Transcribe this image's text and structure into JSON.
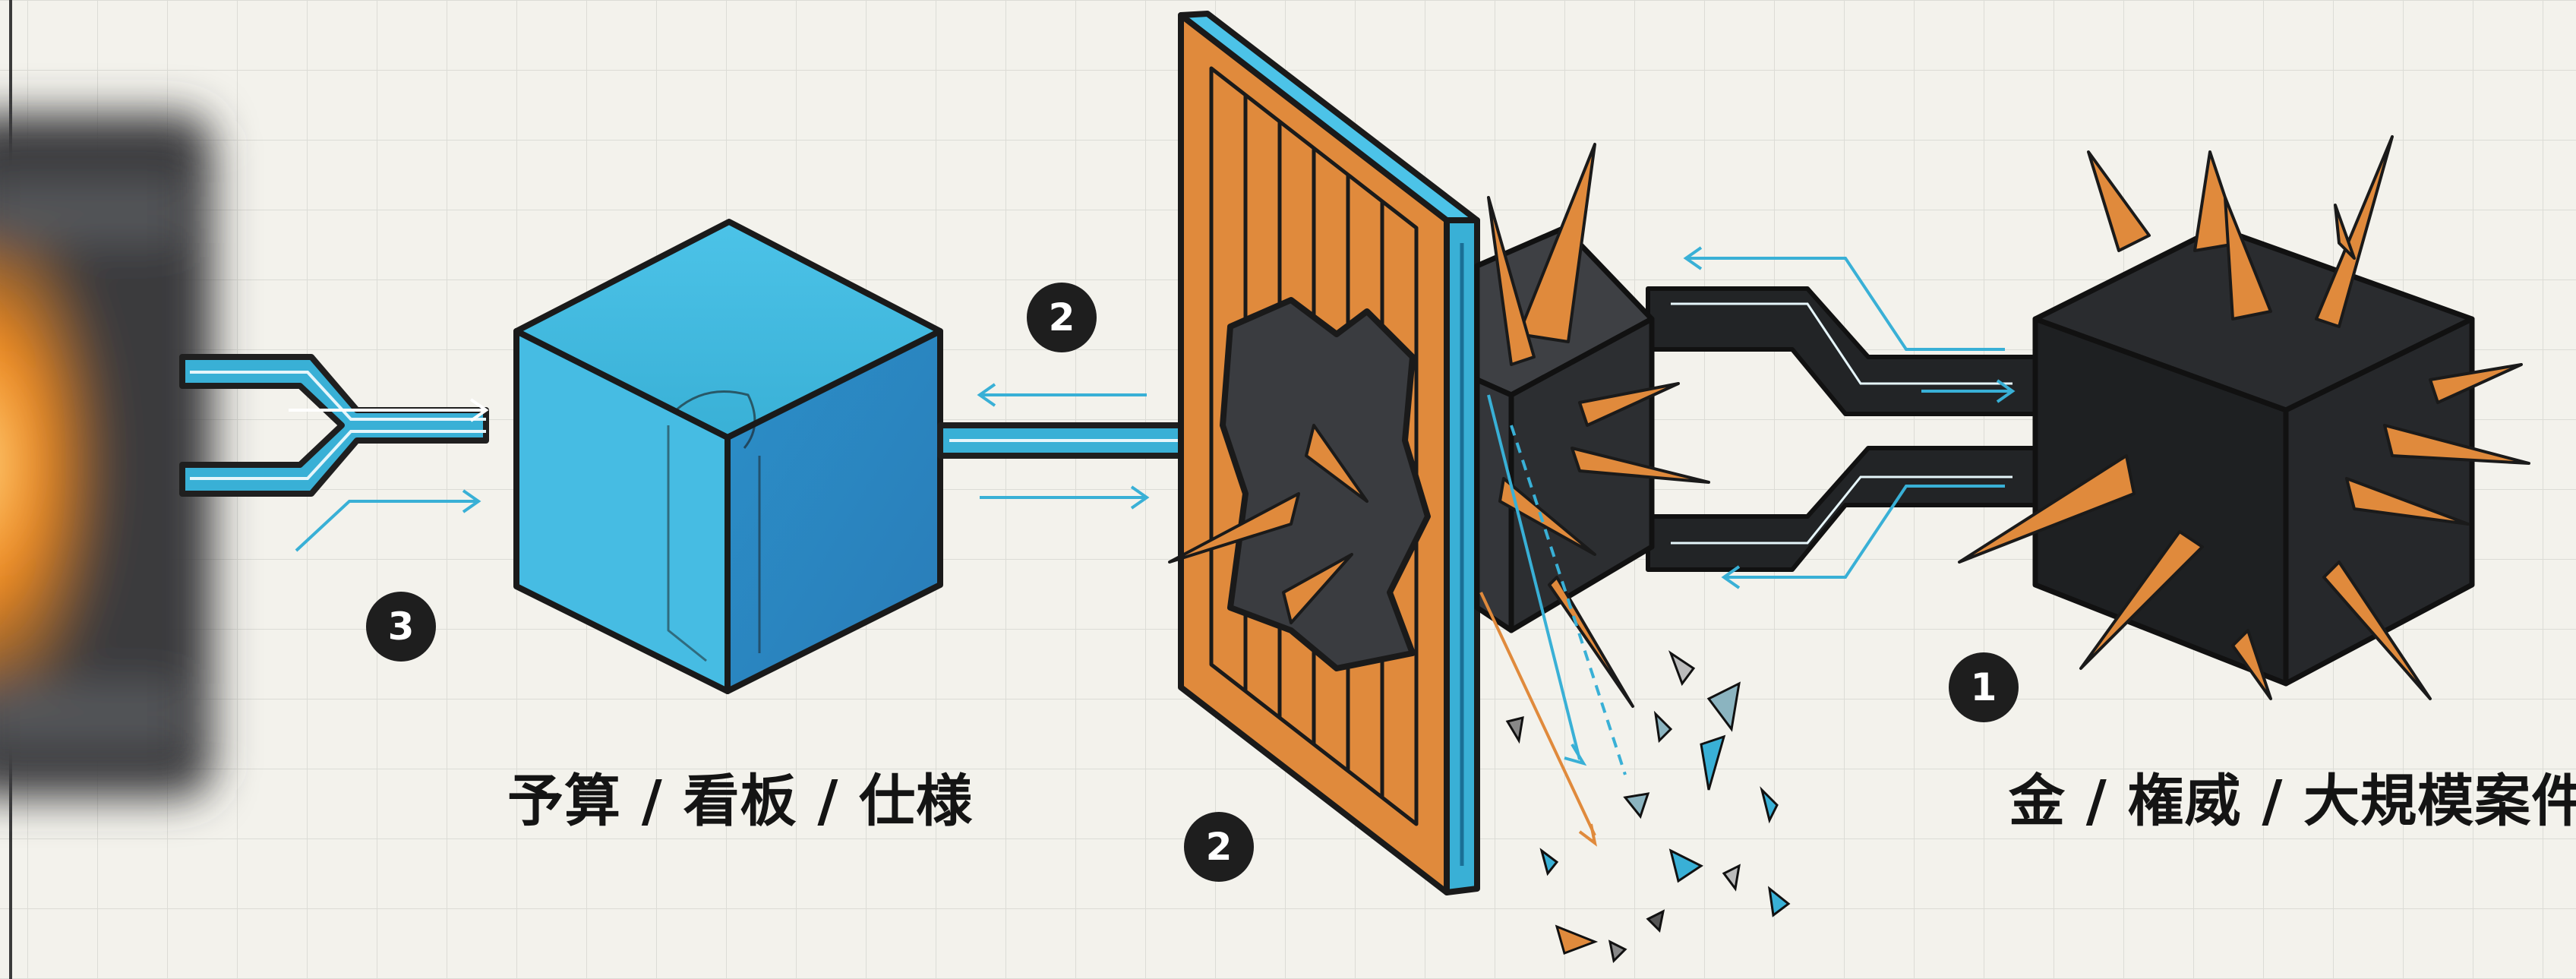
{
  "labels": {
    "left_caption": "予算 / 看板 / 仕様",
    "right_caption": "金 / 権威 / 大規模案件"
  },
  "badges": {
    "one": "1",
    "two_top": "2",
    "two_bottom": "2",
    "three": "3"
  },
  "colors": {
    "background": "#f3f2ec",
    "grid": "#dcdcd6",
    "blue": "#39b0d6",
    "orange": "#e08a3c",
    "dark": "#222426",
    "ink": "#141414"
  }
}
